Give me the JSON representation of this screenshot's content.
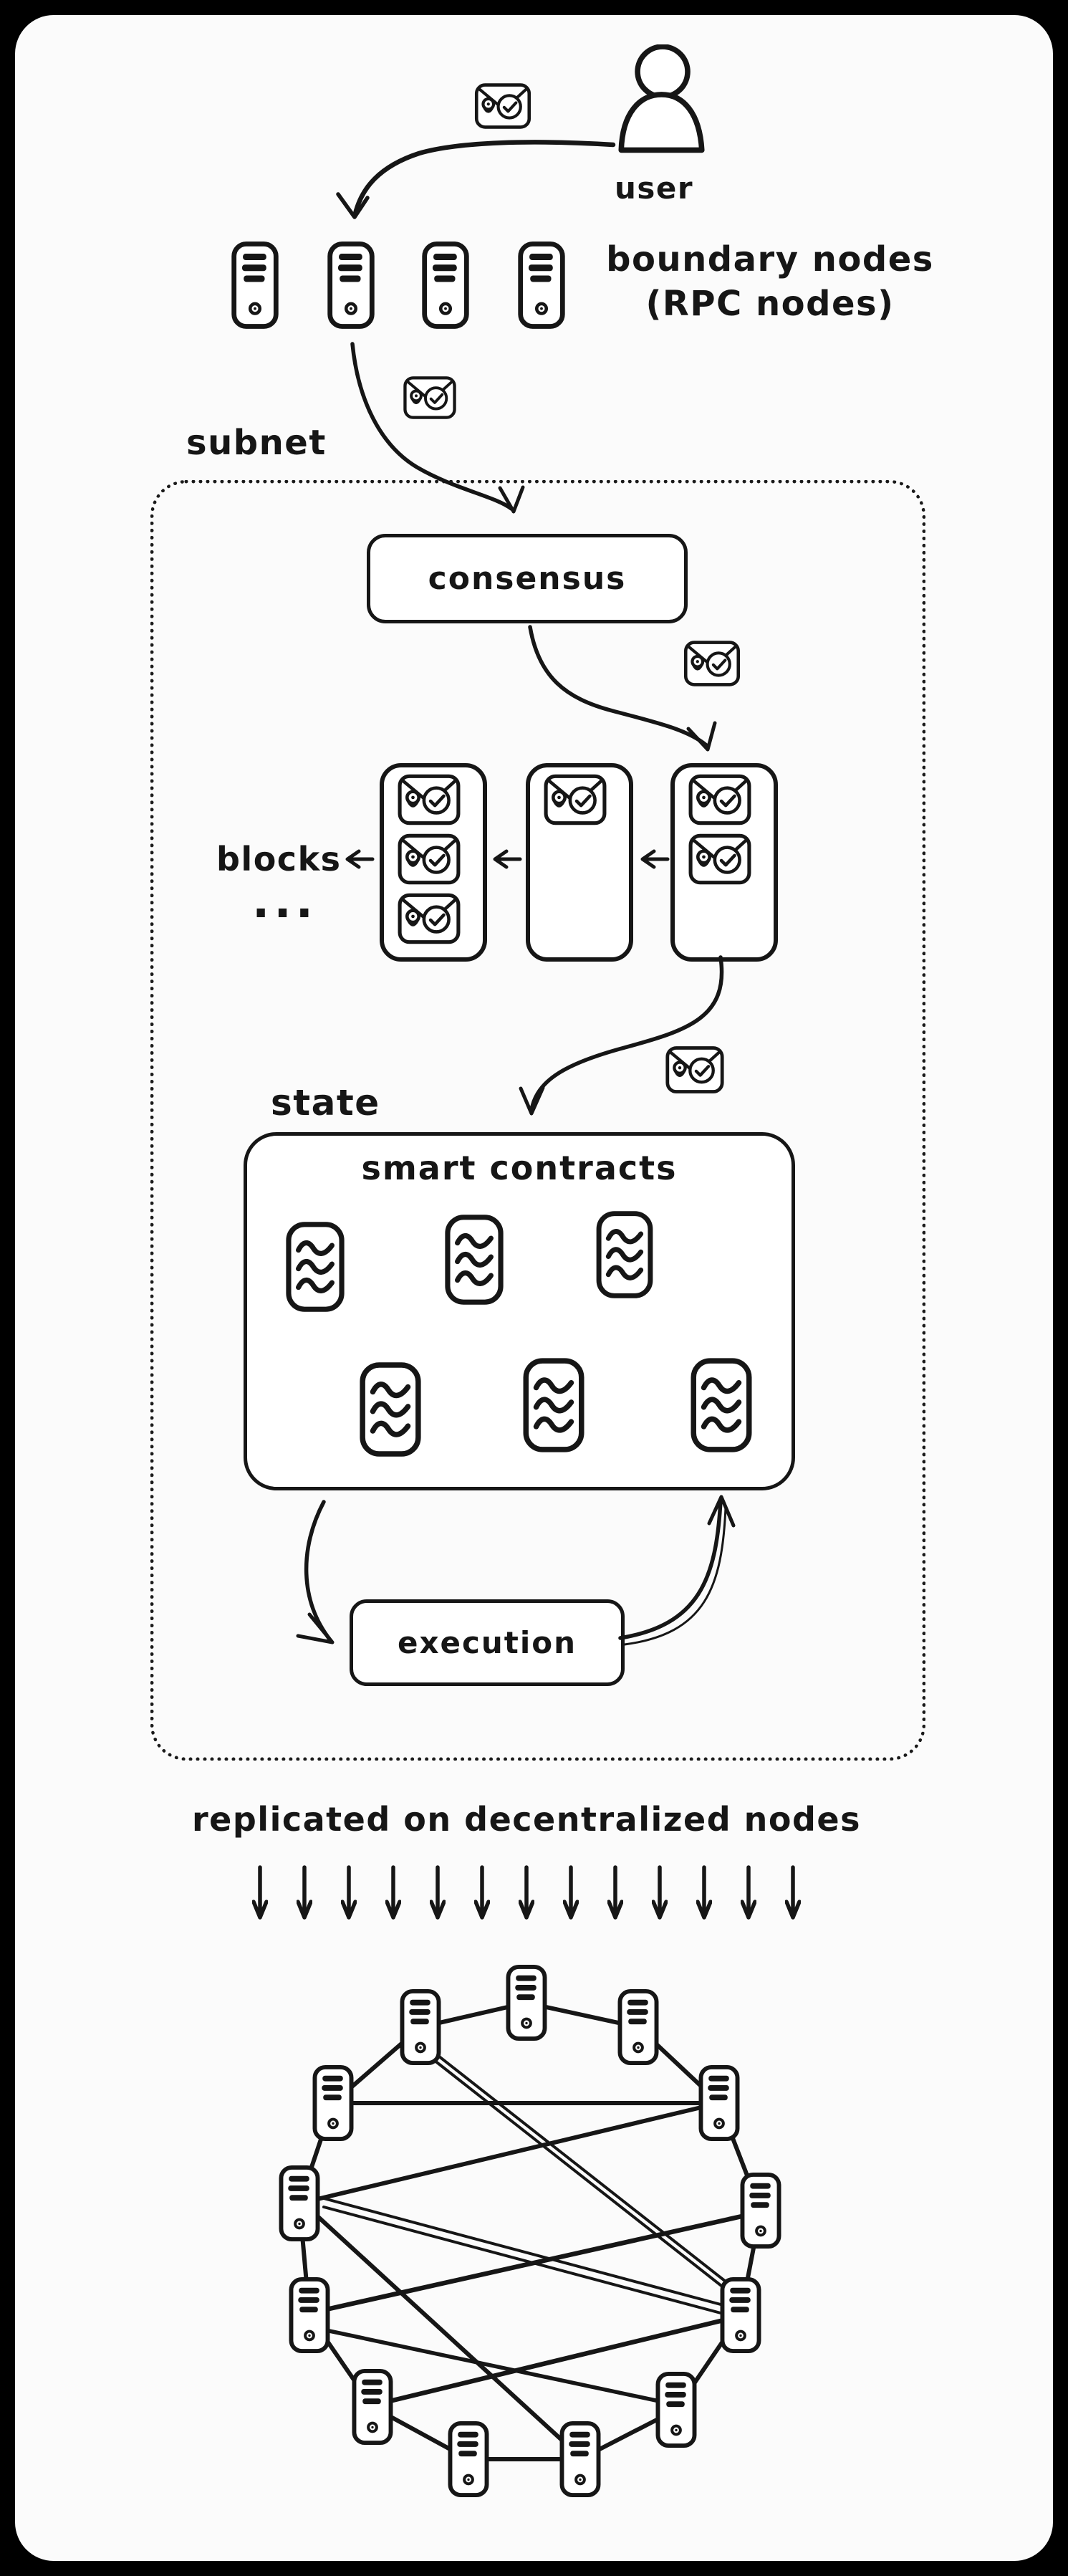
{
  "colors": {
    "frame_bg": "#000000",
    "panel_bg": "#fbfbfb",
    "ink": "#161616"
  },
  "top": {
    "user_label": "user",
    "boundary_line1": "boundary nodes",
    "boundary_line2": "(RPC nodes)",
    "boundary_node_count": 4
  },
  "subnet": {
    "label": "subnet",
    "consensus_label": "consensus",
    "blocks_label": "blocks",
    "blocks_ellipsis": "...",
    "block_message_counts": [
      3,
      1,
      2
    ],
    "state_label": "state",
    "smart_contracts_label": "smart contracts",
    "contract_count": 6,
    "execution_label": "execution"
  },
  "replication": {
    "caption": "replicated on decentralized nodes",
    "arrow_count": 13,
    "node_count": 13
  }
}
